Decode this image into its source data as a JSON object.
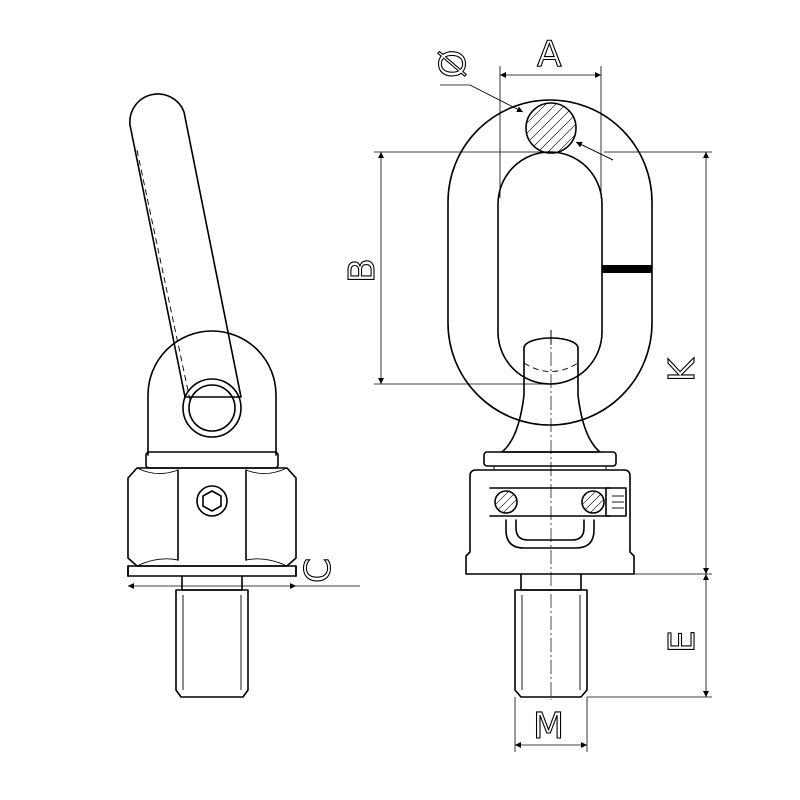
{
  "dimension_labels": {
    "diameter": "Ø",
    "a": "A",
    "b": "B",
    "c": "C",
    "e": "E",
    "k": "K",
    "m": "M"
  }
}
